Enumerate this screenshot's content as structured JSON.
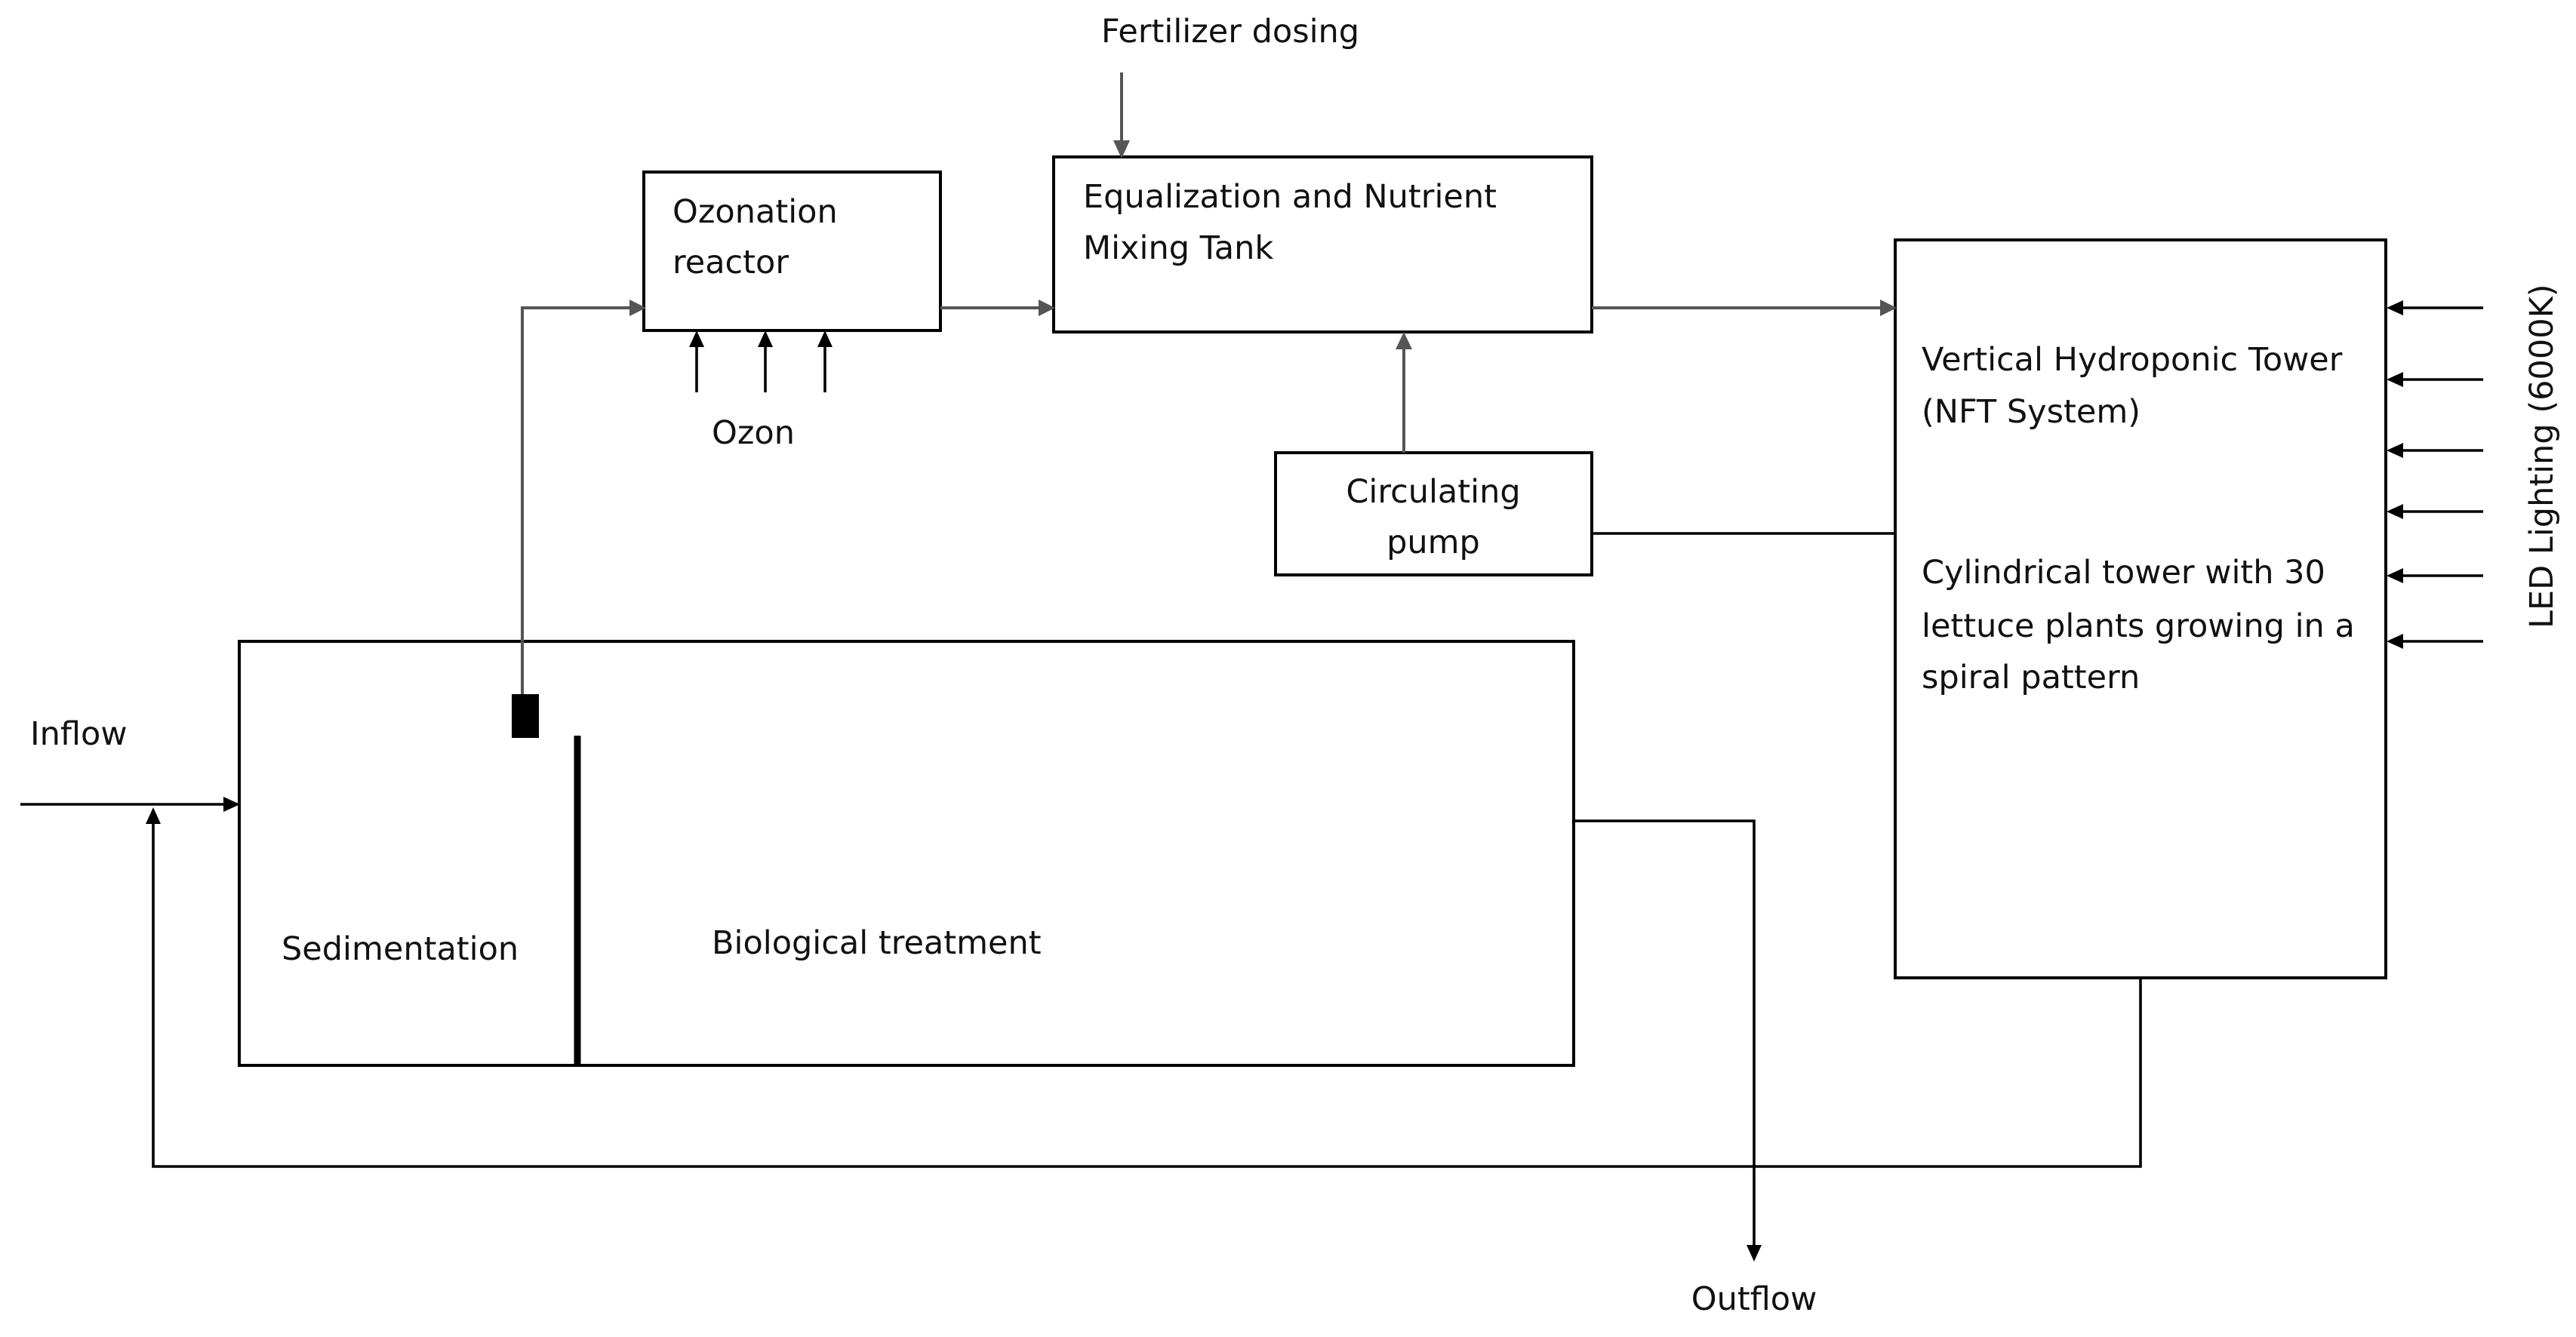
{
  "labels": {
    "fertilizer": "Fertilizer dosing",
    "ozonation_line1": "Ozonation",
    "ozonation_line2": "reactor",
    "ozon": "Ozon",
    "mixing_line1": "Equalization and Nutrient",
    "mixing_line2": "Mixing Tank",
    "pump_line1": "Circulating",
    "pump_line2": "pump",
    "tower_line1": "Vertical Hydroponic Tower",
    "tower_line2": "(NFT System)",
    "tower_line3": "Cylindrical tower with 30",
    "tower_line4": "lettuce plants growing in a",
    "tower_line5": "spiral pattern",
    "led": "LED Lighting (6000K)",
    "inflow": "Inflow",
    "sedimentation": "Sedimentation",
    "biological": "Biological treatment",
    "outflow": "Outflow"
  }
}
